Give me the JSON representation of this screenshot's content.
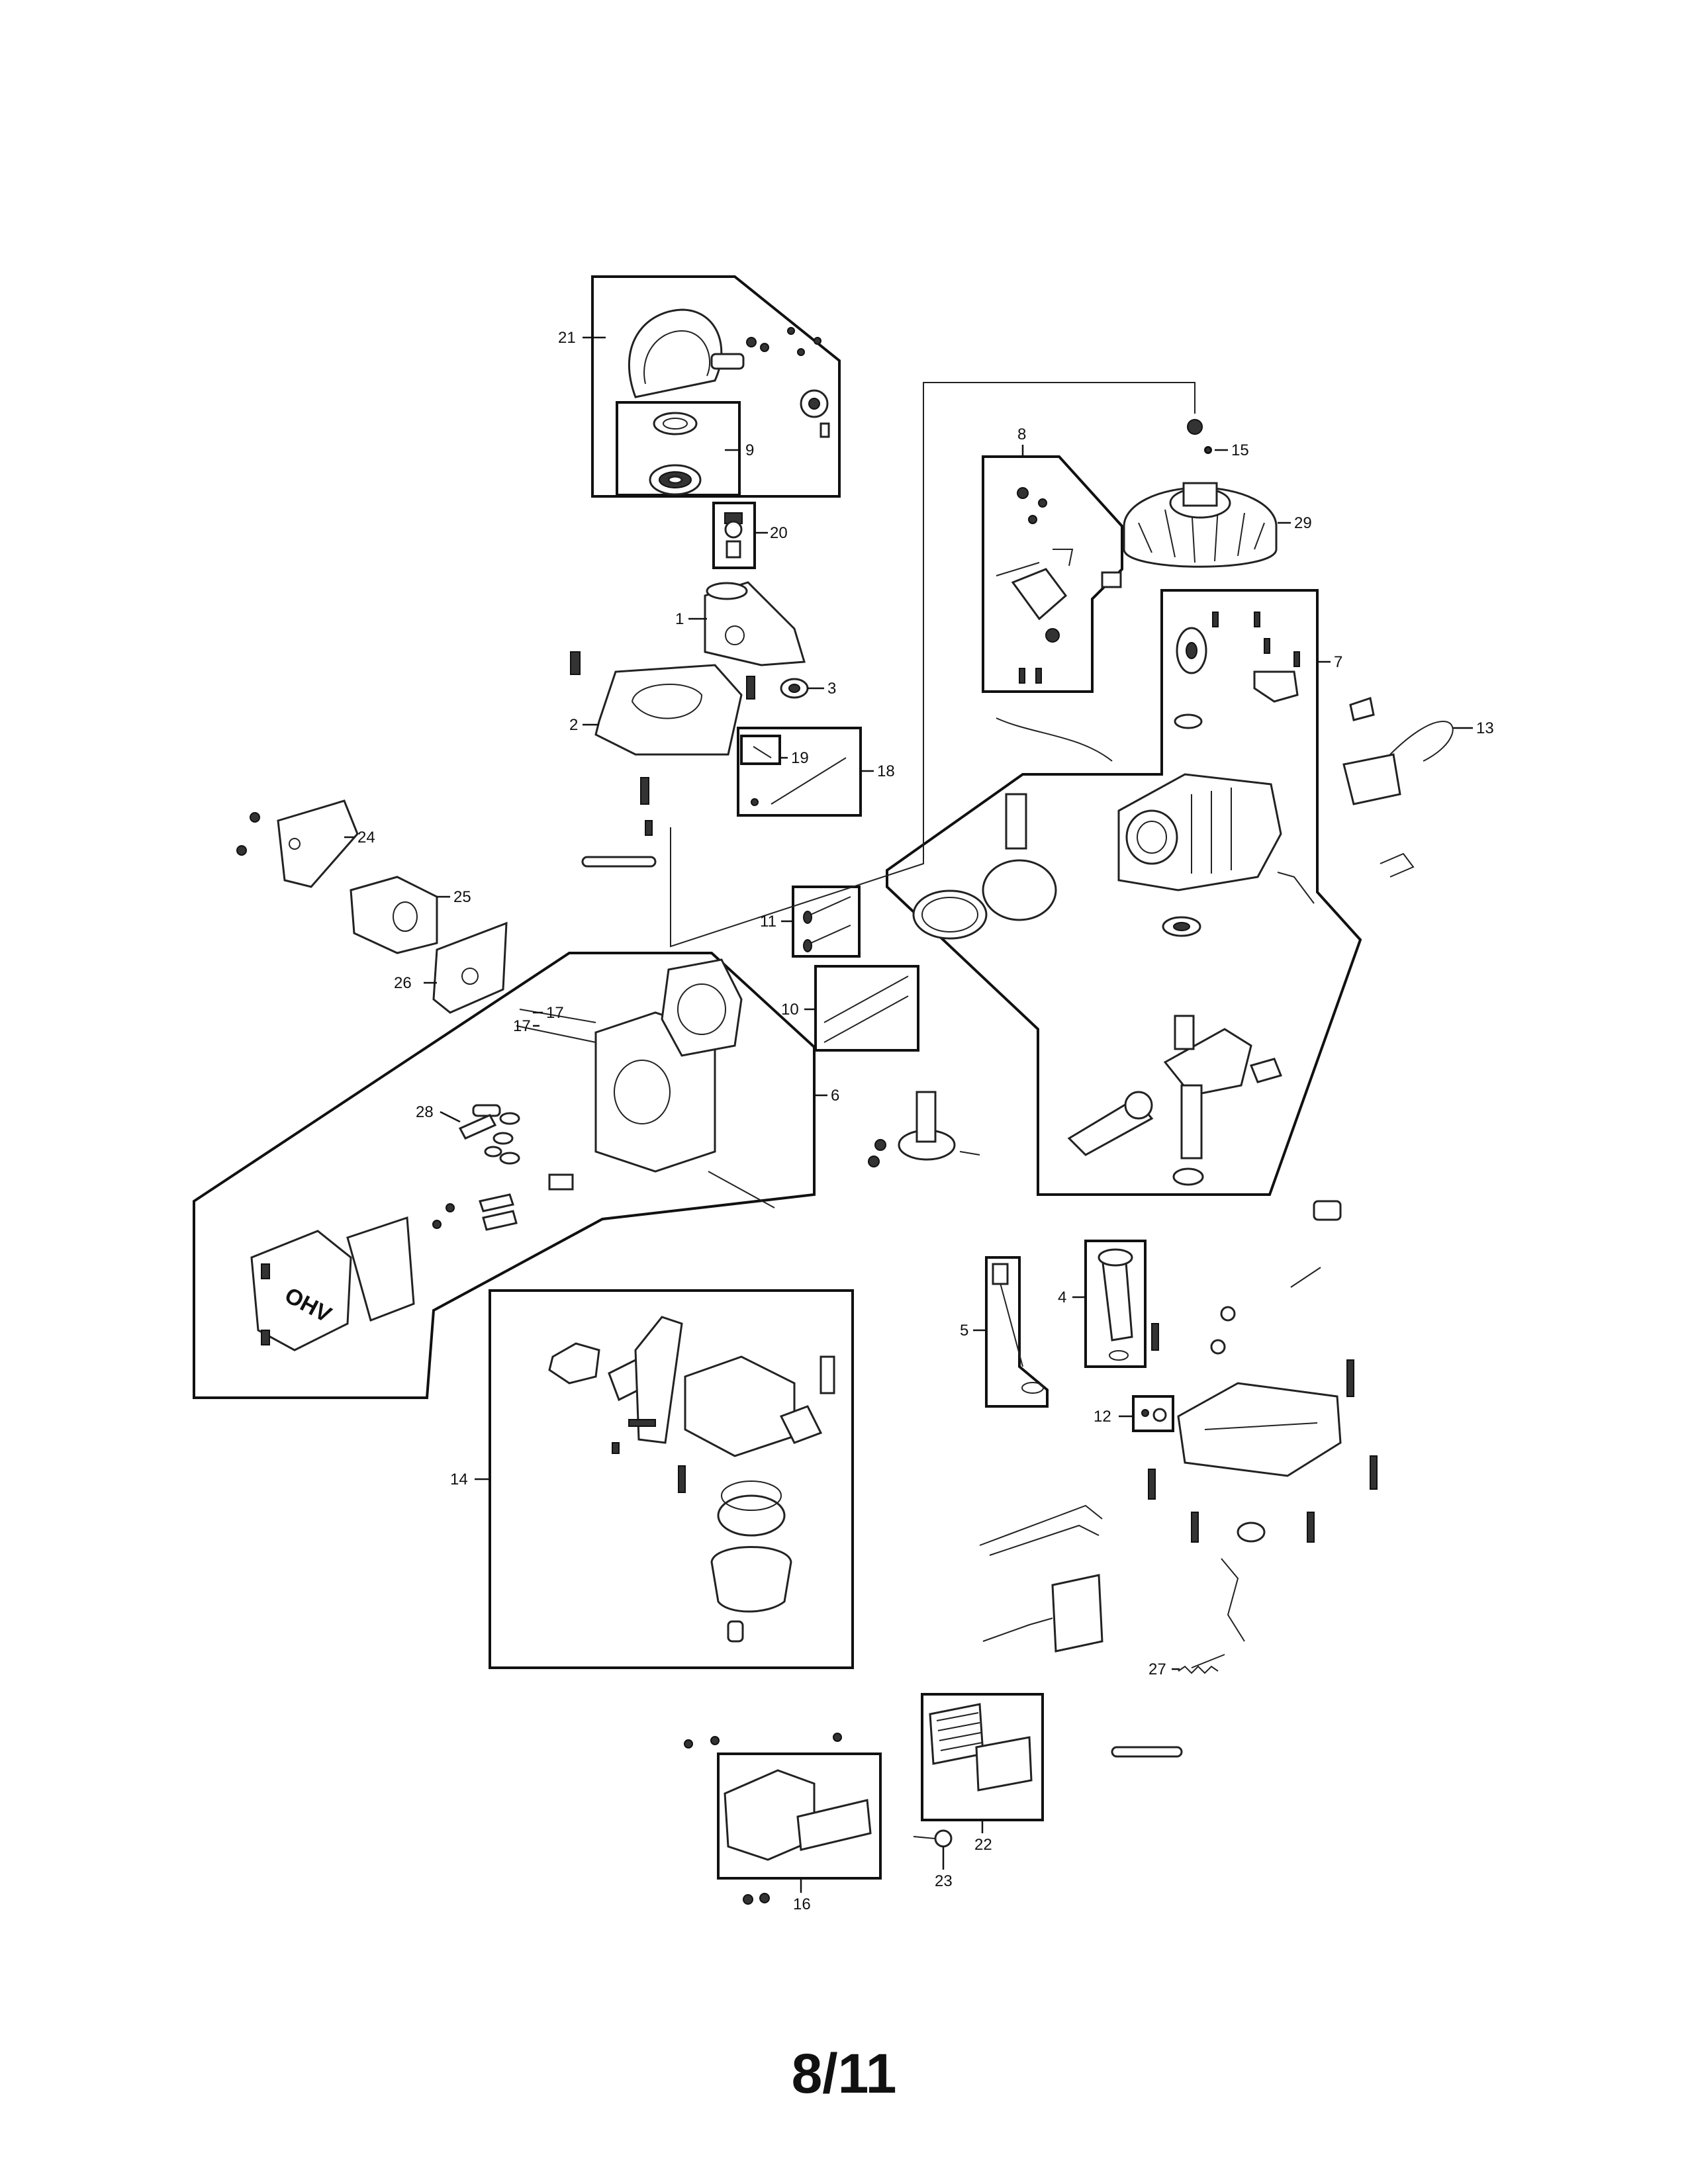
{
  "page_number": "8/11",
  "callouts": {
    "c1": "1",
    "c2": "2",
    "c3": "3",
    "c4": "4",
    "c5": "5",
    "c6": "6",
    "c7": "7",
    "c8": "8",
    "c9": "9",
    "c10": "10",
    "c11": "11",
    "c12": "12",
    "c13": "13",
    "c14": "14",
    "c15": "15",
    "c16": "16",
    "c17a": "17",
    "c17b": "17",
    "c18": "18",
    "c19": "19",
    "c20": "20",
    "c21": "21",
    "c22": "22",
    "c23": "23",
    "c24": "24",
    "c25": "25",
    "c26": "26",
    "c27": "27",
    "c28": "28",
    "c29": "29"
  },
  "valve_cover_logo": "OHV"
}
